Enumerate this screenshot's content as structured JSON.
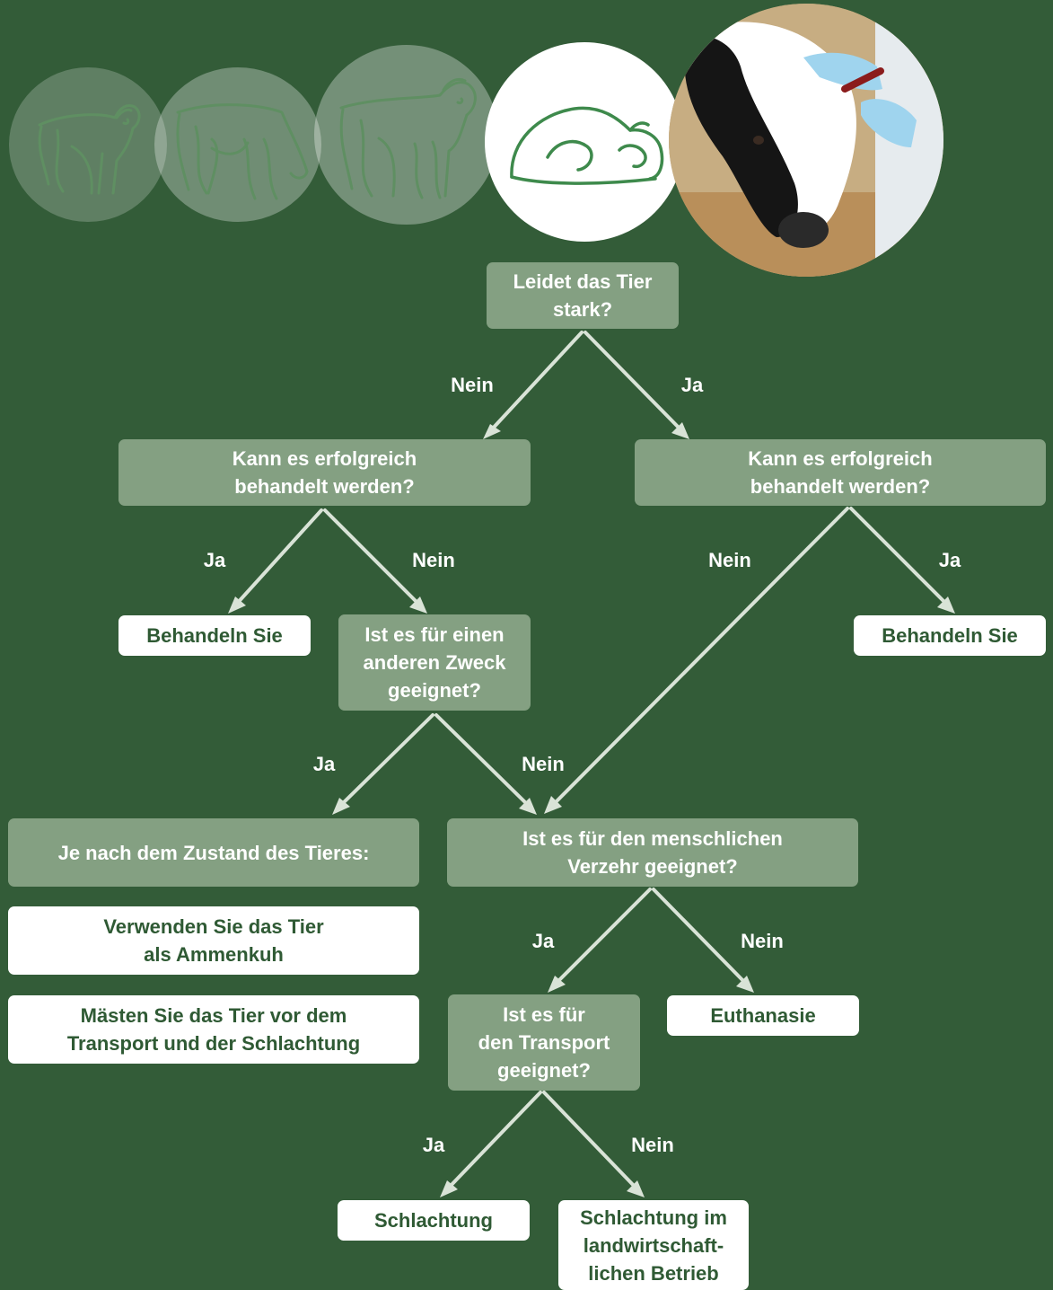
{
  "colors": {
    "background": "#335c38",
    "question_box": "#84a082",
    "answer_box": "#ffffff",
    "answer_text": "#2f5a34",
    "arrow": "#d9e3d7"
  },
  "header_icons": [
    "cow-line-art-icon",
    "grazing-cow-line-art-icon",
    "heifer-line-art-icon",
    "lying-cow-line-art-icon",
    "vet-injecting-cow-photo"
  ],
  "nodes": {
    "q1": "Leidet das Tier\nstark?",
    "q2_left": "Kann es erfolgreich\nbehandelt werden?",
    "q2_right": "Kann es erfolgreich\nbehandelt werden?",
    "treat_left": "Behandeln Sie",
    "treat_right": "Behandeln Sie",
    "q3_other_purpose": "Ist es für einen\nanderen Zweck\ngeeignet?",
    "condition_header": "Je nach dem Zustand des Tieres:",
    "option_nurse_cow": "Verwenden Sie das Tier\nals Ammenkuh",
    "option_fatten": "Mästen Sie das Tier vor dem\nTransport und der Schlachtung",
    "q4_human_consumption": "Ist es für den menschlichen\nVerzehr geeignet?",
    "q5_transport": "Ist es für\nden Transport\ngeeignet?",
    "euthanasia": "Euthanasie",
    "slaughter": "Schlachtung",
    "slaughter_on_farm": "Schlachtung im\nlandwirtschaft-\nlichen Betrieb"
  },
  "edge_labels": {
    "q1_no": "Nein",
    "q1_yes": "Ja",
    "q2l_yes": "Ja",
    "q2l_no": "Nein",
    "q2r_no": "Nein",
    "q2r_yes": "Ja",
    "q3_yes": "Ja",
    "q3_no": "Nein",
    "q4_yes": "Ja",
    "q4_no": "Nein",
    "q5_yes": "Ja",
    "q5_no": "Nein"
  }
}
